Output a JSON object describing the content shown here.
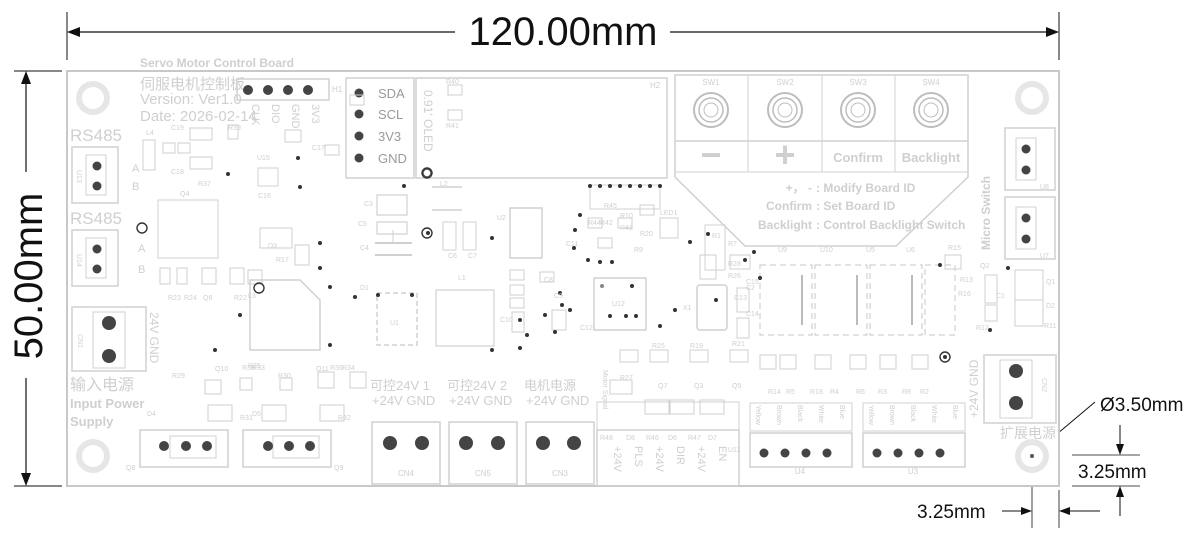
{
  "dimensions": {
    "width": "120.00mm",
    "height": "50.00mm",
    "hole_diameter": "Ø3.50mm",
    "hole_offset_y": "3.25mm",
    "hole_offset_x": "3.25mm"
  },
  "board": {
    "title_en": "Servo Motor Control Board",
    "title_cn": "伺服电机控制板",
    "version": "Version: Ver1.0",
    "date": "Date: 2026-02-14"
  },
  "header_h1": {
    "ref": "H1",
    "pins": [
      "CLK",
      "DIO",
      "GND",
      "3V3"
    ]
  },
  "oled": {
    "ref": "H2",
    "label": "0.91' OLED",
    "pins": [
      "SDA",
      "SCL",
      "3V3",
      "GND"
    ]
  },
  "switches": {
    "refs": [
      "SW1",
      "SW2",
      "SW3",
      "SW4"
    ],
    "labels": [
      "−",
      "+",
      "Confirm",
      "Backlight"
    ]
  },
  "legend": [
    {
      "key": "+， -",
      "desc": ": Modify Board ID"
    },
    {
      "key": "Confirm",
      "desc": ": Set Board ID"
    },
    {
      "key": "Backlight",
      "desc": ": Control Backlight Switch"
    }
  ],
  "rs485": [
    {
      "label": "RS485",
      "ref": "U13",
      "pins": [
        "A",
        "B"
      ]
    },
    {
      "label": "RS485",
      "ref": "U14",
      "pins": [
        "A",
        "B"
      ]
    }
  ],
  "power": {
    "ref": "CN1",
    "pins": "24V GND",
    "cn": "输入电源",
    "en1": "Input Power",
    "en2": "Supply"
  },
  "cn_blocks": [
    {
      "ref": "CN4",
      "cn": "可控24V 1",
      "pins": "+24V GND"
    },
    {
      "ref": "CN5",
      "cn": "可控24V 2",
      "pins": "+24V GND"
    },
    {
      "ref": "CN3",
      "cn": "电机电源",
      "pins": "+24V GND"
    }
  ],
  "bottom_headers": [
    {
      "ref": "Q8"
    },
    {
      "ref": "Q9"
    }
  ],
  "motor_signal": {
    "label": "Motor Signal",
    "pins": [
      "+24V",
      "PLS",
      "+24V",
      "DIR",
      "+24V",
      "EN"
    ],
    "ref": "U11"
  },
  "encoders": [
    {
      "ref": "U4",
      "wires": [
        "Yellow",
        "Brown",
        "Black",
        "White",
        "Blue"
      ]
    },
    {
      "ref": "U3",
      "wires": [
        "Yellow",
        "Brown",
        "Black",
        "White",
        "Blue"
      ]
    }
  ],
  "expansion": {
    "ref": "CN2",
    "pins": "+24V GND",
    "cn": "扩展电源"
  },
  "micro_switch": {
    "label": "Micro Switch",
    "refs": [
      "U8",
      "U7"
    ]
  },
  "components": {
    "ics": [
      "U15",
      "U2",
      "U1",
      "U12",
      "U9",
      "U10",
      "U5",
      "U6",
      "X1",
      "L1",
      "L2",
      "L3",
      "L4",
      "D1",
      "D2",
      "D3",
      "D4",
      "D5",
      "Q1",
      "Q2",
      "Q3",
      "Q4",
      "Q5",
      "Q6",
      "Q7",
      "Q10",
      "Q11"
    ],
    "passives": [
      "C1",
      "C2",
      "C3",
      "C4",
      "C5",
      "C6",
      "C7",
      "C8",
      "C9",
      "C10",
      "C11",
      "C12",
      "C13",
      "C14",
      "C15",
      "C16",
      "C17",
      "C18",
      "C19",
      "R1",
      "R2",
      "R3",
      "R4",
      "R5",
      "R6",
      "R7",
      "R8",
      "R9",
      "R10",
      "R11",
      "R12",
      "R13",
      "R14",
      "R15",
      "R16",
      "R17",
      "R18",
      "R19",
      "R20",
      "R21",
      "R22",
      "R23",
      "R24",
      "R25",
      "R26",
      "R27",
      "R28",
      "R29",
      "R30",
      "R31",
      "R32",
      "R33",
      "R34",
      "R35",
      "R36",
      "R37",
      "R38",
      "R39",
      "R40",
      "R41",
      "R42",
      "R43",
      "R44",
      "R45",
      "R46",
      "R47",
      "R48",
      "D6",
      "D7",
      "D8",
      "LED1"
    ]
  }
}
